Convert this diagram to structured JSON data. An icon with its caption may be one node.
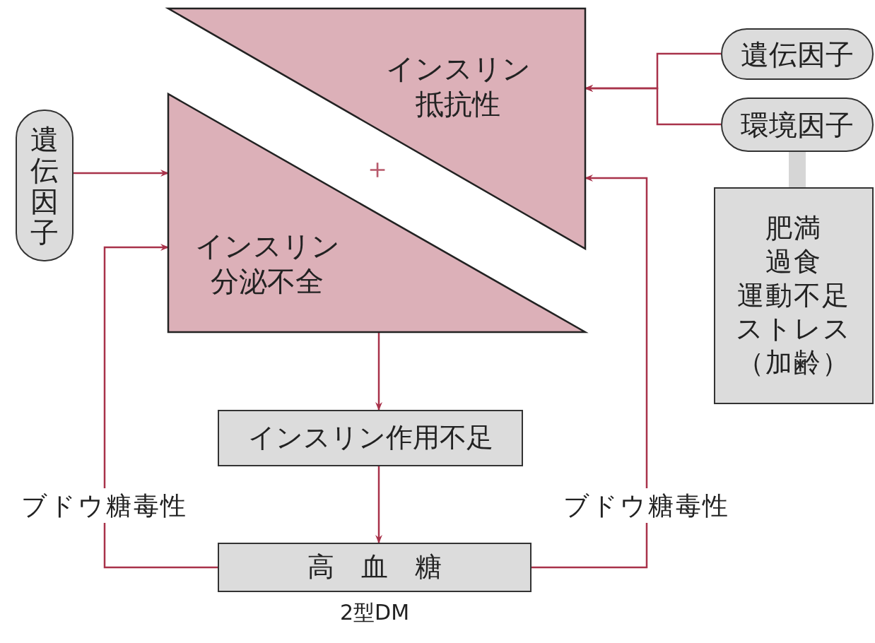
{
  "diagram": {
    "nodes": [
      {
        "text": [
          "インスリン抵抗性"
        ]
      },
      {
        "text": [
          "インスリン分泌不全"
        ]
      },
      {
        "text": [
          "遺伝因子"
        ]
      },
      {
        "text": [
          "遺伝因子"
        ]
      },
      {
        "text": [
          "環境因子"
        ]
      },
      {
        "text": [
          "肥満",
          "過食",
          "運動不足",
          "ストレス",
          "（加齢）"
        ]
      },
      {
        "text": [
          "インスリン作用不足"
        ]
      },
      {
        "text": [
          "高　血　糖"
        ],
        "beside": [
          "2型DM"
        ]
      }
    ],
    "edges": [
      {
        "from": 2,
        "to": 1,
        "arrow": "to"
      },
      {
        "from": 3,
        "to": 0,
        "arrow": "to"
      },
      {
        "from": 4,
        "to": 0,
        "arrow": "to"
      },
      {
        "from": 1,
        "to": 6,
        "arrow": "to"
      },
      {
        "from": 6,
        "to": 7,
        "arrow": "to"
      },
      {
        "from": 7,
        "to": 1,
        "arrow": "to",
        "label": "ブドウ糖毒性"
      },
      {
        "from": 7,
        "to": 0,
        "arrow": "to",
        "label": "ブドウ糖毒性"
      },
      {
        "from": 4,
        "to": 5,
        "arrow": "none",
        "style": "thick",
        "color": "#d6d6d6"
      }
    ],
    "labels": [
      "＋"
    ]
  }
}
